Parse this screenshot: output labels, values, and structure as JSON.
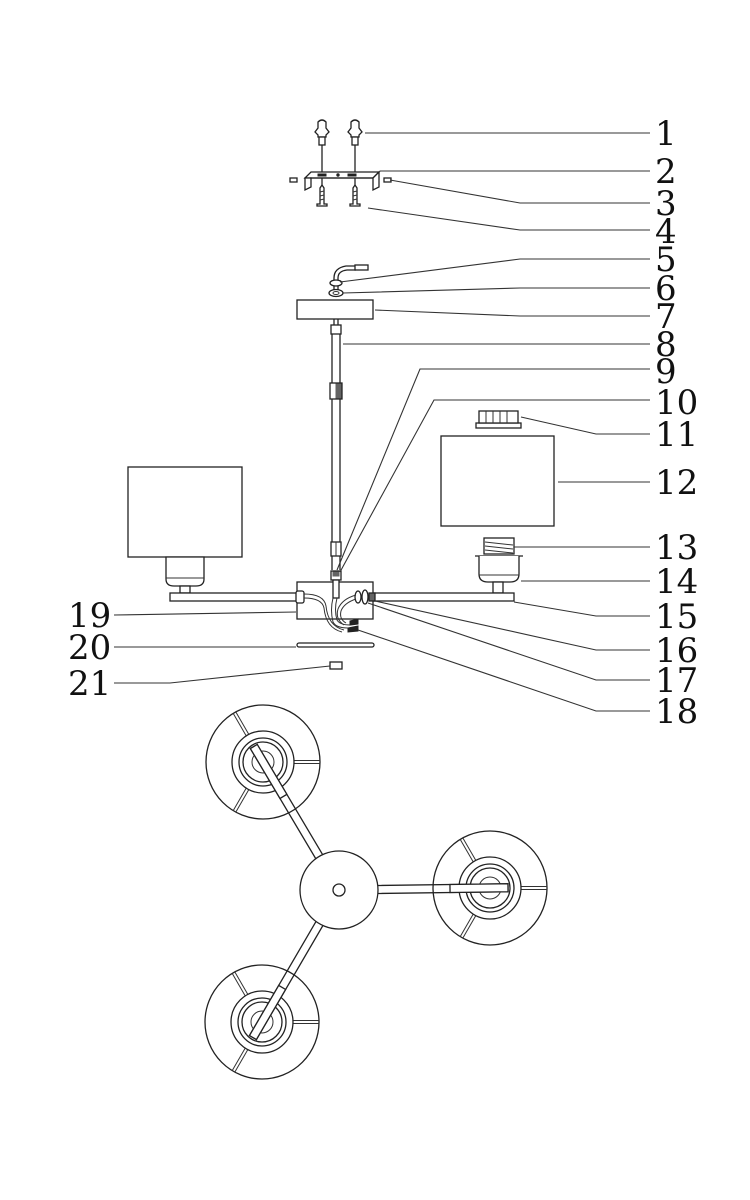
{
  "diagram": {
    "type": "exploded-assembly",
    "subject": "three-arm pendant chandelier",
    "callouts": [
      {
        "id": "1",
        "label": "1",
        "part": "wall anchor plug"
      },
      {
        "id": "2",
        "label": "2",
        "part": "mounting bracket"
      },
      {
        "id": "3",
        "label": "3",
        "part": "bracket screw"
      },
      {
        "id": "4",
        "label": "4",
        "part": "wood screw"
      },
      {
        "id": "5",
        "label": "5",
        "part": "supply cable nut"
      },
      {
        "id": "6",
        "label": "6",
        "part": "washer"
      },
      {
        "id": "7",
        "label": "7",
        "part": "ceiling canopy"
      },
      {
        "id": "8",
        "label": "8",
        "part": "down rod"
      },
      {
        "id": "9",
        "label": "9",
        "part": "rod connector"
      },
      {
        "id": "10",
        "label": "10",
        "part": "threaded nipple"
      },
      {
        "id": "11",
        "label": "11",
        "part": "shade ring"
      },
      {
        "id": "12",
        "label": "12",
        "part": "lamp shade"
      },
      {
        "id": "13",
        "label": "13",
        "part": "bulb socket thread"
      },
      {
        "id": "14",
        "label": "14",
        "part": "socket cup"
      },
      {
        "id": "15",
        "label": "15",
        "part": "arm"
      },
      {
        "id": "16",
        "label": "16",
        "part": "arm nut"
      },
      {
        "id": "17",
        "label": "17",
        "part": "arm washer"
      },
      {
        "id": "18",
        "label": "18",
        "part": "wire connectors"
      },
      {
        "id": "19",
        "label": "19",
        "part": "junction body"
      },
      {
        "id": "20",
        "label": "20",
        "part": "bottom plate"
      },
      {
        "id": "21",
        "label": "21",
        "part": "finial"
      }
    ],
    "views": [
      "side exploded view",
      "top view"
    ],
    "arm_count": 3
  }
}
